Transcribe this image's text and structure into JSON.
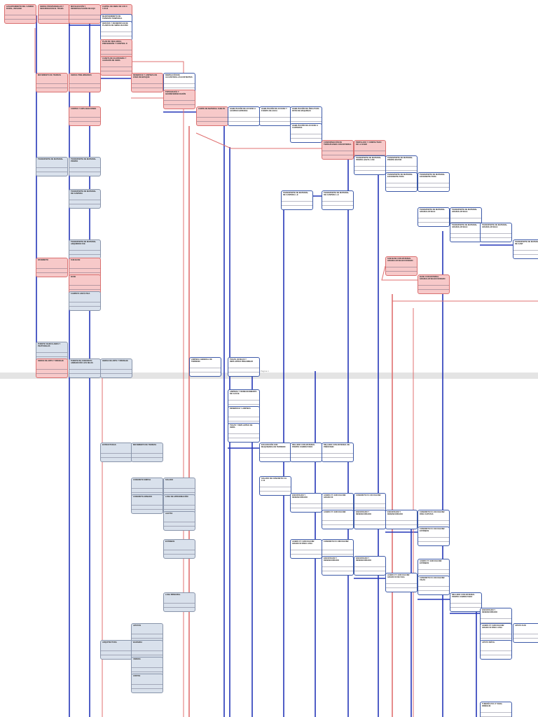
{
  "page_footer": "Página 1",
  "colors": {
    "critical": "#f7c9c9",
    "critical_border": "#d97070",
    "normal_border": "#3c59a8",
    "summary": "#d9e1ec",
    "link": "#2436b8",
    "critical_link": "#e07070"
  },
  "nodes": [
    {
      "title": "LEVANTAMIENTO DEL CAMINO RURAL, DESLIND",
      "type": "crit"
    },
    {
      "title": "OBRAS PROVISIONALES Y SEGURIDAD EN EL TRABA",
      "type": "crit"
    },
    {
      "title": "MOVILIZACIÓN Y DESMOVILIZACIÓN DE EQU",
      "type": "crit"
    },
    {
      "title": "CARTEL DE OBRA DE 3.60 X 7.20 M",
      "type": "crit"
    },
    {
      "title": "MANTENIMIENTO DE TRÁNSITO TEMPORAL",
      "type": "norm"
    },
    {
      "title": "DESVÍOS Y DESMONTAJE DE PLANTAS DE SEÑALIZACIÓN",
      "type": "norm"
    },
    {
      "title": "PLAN DE VIGILANCIA, PREVENCIÓN Y CONTROL D",
      "type": "crit"
    },
    {
      "title": "CASETA DE GUARDIANÍA Y ALMACÉN DE OBRA",
      "type": "crit"
    },
    {
      "title": "MOVIMIENTO DE TIERRAS",
      "type": "crit"
    },
    {
      "title": "OBRAS PRELIMINARES",
      "type": "crit"
    },
    {
      "title": "DESBROCE Y LIMPIEZA EN ZONA DE BOSQUE",
      "type": "crit"
    },
    {
      "title": "DEMOLICIÓN DE ALCANTARILLAS EXISTENTES",
      "type": "norm"
    },
    {
      "title": "TOPOGRAFÍA Y GEOREFERENCIACIÓN",
      "type": "crit"
    },
    {
      "title": "CORTES Y EXPLANACIONES",
      "type": "crit"
    },
    {
      "title": "CORTE DE MATERIAL SUELTO",
      "type": "crit"
    },
    {
      "title": "HABILITACIÓN DE ACCESO A ACOPIO/CANTERAS",
      "type": "norm"
    },
    {
      "title": "HABILITACIÓN DE ACCESO Y FUENTE DE AGUA",
      "type": "norm"
    },
    {
      "title": "HABILITACIÓN DE ÁREA PARA PATIO DE MAQUINAS",
      "type": "norm"
    },
    {
      "title": "HABILITACIÓN DE ACCESO A CANTERAS",
      "type": "norm"
    },
    {
      "title": "CONFORMACIÓN DE TERRAPLENES CON MATERIAL",
      "type": "crit"
    },
    {
      "title": "PERFILADO Y COMPACTADO DE LA SUBR",
      "type": "crit"
    },
    {
      "title": "TRANSPORTE DE MATERIAL PROPIO HASTA 1 KM",
      "type": "norm"
    },
    {
      "title": "TRANSPORTE DE MATERIAL PROPIO MAYOR",
      "type": "norm"
    },
    {
      "title": "TRANSPORTE DE MATERIAL",
      "type": "summ"
    },
    {
      "title": "TRANSPORTE DE MATERIAL PROPIO",
      "type": "summ"
    },
    {
      "title": "TRANSPORTE DE MATERIAL EXCEDENTE PARA",
      "type": "norm"
    },
    {
      "title": "TRANSPORTE DE MATERIAL EXCEDENTE PARA",
      "type": "norm"
    },
    {
      "title": "TRANSPORTE DE MATERIAL DE CANTERA",
      "type": "summ"
    },
    {
      "title": "TRANSPORTE DE MATERIAL DE CANTERA L.E",
      "type": "norm"
    },
    {
      "title": "TRANSPORTE DE MATERIAL DE CANTERA L.E",
      "type": "norm"
    },
    {
      "title": "TRANSPORTE DE MATERIAL GRANULAR SELE",
      "type": "norm"
    },
    {
      "title": "TRANSPORTE DE MATERIAL GRANULAR SELE",
      "type": "norm"
    },
    {
      "title": "TRANSPORTE DE MATERIAL GRANULAR SELE",
      "type": "norm"
    },
    {
      "title": "TRANSPORTE DE MATERIAL GRANULAR SELE",
      "type": "norm"
    },
    {
      "title": "TRANSPORTE DE MATERIAL DE CANT",
      "type": "norm"
    },
    {
      "title": "TRANSPORTE DE MATERIAL ADQUIRIDO FUE",
      "type": "summ"
    },
    {
      "title": "SUB BASE CON MATERIAL GRANULAR SELECCIONADO",
      "type": "crit"
    },
    {
      "title": "BASE CON MATERIAL GRANULAR SELECCIONADO",
      "type": "crit"
    },
    {
      "title": "PAVIMENTO",
      "type": "crit"
    },
    {
      "title": "SUB BASE",
      "type": "crit"
    },
    {
      "title": "BASE",
      "type": "crit"
    },
    {
      "title": "CARPETA ASFÁLTICA",
      "type": "summ"
    },
    {
      "title": "PUENTE VEHICULARES Y PEATONALES",
      "type": "summ"
    },
    {
      "title": "OBRAS DE ARTE Y DRENAJE",
      "type": "crit"
    },
    {
      "title": "PUENTE DE CONCRETO ARMADO RÍO LOS NILOS",
      "type": "summ"
    },
    {
      "title": "OBRAS DE ARTE Y DRENAJE",
      "type": "summ"
    },
    {
      "title": "LIMPIEZA GENERAL DE TERRENO",
      "type": "norm"
    },
    {
      "title": "TRAZO, NIVELES Y REPLANTEO PRELIMINAR",
      "type": "norm"
    },
    {
      "title": "LIMPIEZA Y DESRAIZAMIENTO DE CAUCE",
      "type": "norm"
    },
    {
      "title": "DESBROCE Y LIMPIEZA",
      "type": "norm"
    },
    {
      "title": "TRAZO Y REPLANTEO DE OBRA",
      "type": "norm"
    },
    {
      "title": "ESTRUCTURAS",
      "type": "summ"
    },
    {
      "title": "MOVIMIENTO DE TIERRAS",
      "type": "summ"
    },
    {
      "title": "EXCAVACIÓN CON MAQUINARIA EN TERRENO",
      "type": "norm"
    },
    {
      "title": "RELLENO CON MATERIAL PROPIO COMPACTADO",
      "type": "norm"
    },
    {
      "title": "RELLENO CON MATERIAL DE PRÉSTAMO",
      "type": "norm"
    },
    {
      "title": "SOLADO DE CONCRETO C:H 1:10",
      "type": "norm"
    },
    {
      "title": "CONCRETO SIMPLE",
      "type": "summ"
    },
    {
      "title": "SOLADO",
      "type": "summ"
    },
    {
      "title": "CONCRETO ARMADO",
      "type": "summ"
    },
    {
      "title": "LOSA DE APROXIMACIÓN",
      "type": "summ"
    },
    {
      "title": "ALETAS",
      "type": "summ"
    },
    {
      "title": "ENCOFRADO Y DESENCOFRADO",
      "type": "norm"
    },
    {
      "title": "ACERO FY=4200 KG/CM2 GRADO 60",
      "type": "norm"
    },
    {
      "title": "CONCRETO FC=210 KG/CM2",
      "type": "norm"
    },
    {
      "title": "ACERO FY=4200 KG/CM2",
      "type": "norm"
    },
    {
      "title": "ENCOFRADO Y DESENCOFRADO",
      "type": "norm"
    },
    {
      "title": "ENCOFRADO Y DESENCOFRADO",
      "type": "norm"
    },
    {
      "title": "CONCRETO FC=210 KG/CM2 PARA ZAPATAS",
      "type": "norm"
    },
    {
      "title": "CONCRETO FC=210 KG/CM2 ESTRIBOS",
      "type": "norm"
    },
    {
      "title": "ACERO FY=4200 KG/CM2 ESTRIBOS",
      "type": "norm"
    },
    {
      "title": "ESTRIBOS",
      "type": "summ"
    },
    {
      "title": "ACERO FY=4200 KG/CM2 GRADO 60 PARA LOSA",
      "type": "norm"
    },
    {
      "title": "CONCRETO FC=280 KG/CM2",
      "type": "norm"
    },
    {
      "title": "ENCOFRADO Y DESENCOFRADO",
      "type": "norm"
    },
    {
      "title": "ENCOFRADO Y DESENCOFRADO",
      "type": "norm"
    },
    {
      "title": "ACERO FY=4200 KG/CM2 GRADO 60 DE VIGA",
      "type": "norm"
    },
    {
      "title": "CONCRETO FC=210 KG/CM2 VIGAS",
      "type": "norm"
    },
    {
      "title": "LOSA PRINCIPAL",
      "type": "summ"
    },
    {
      "title": "RELLENO CON MATERIAL PROPIO COMPACTADO",
      "type": "norm"
    },
    {
      "title": "ENCOFRADO Y DESENCOFRADO",
      "type": "norm"
    },
    {
      "title": "ACERO FY=4200 KG/CM2 GRADO 60 PARA LOSA",
      "type": "norm"
    },
    {
      "title": "APOYOS",
      "type": "summ"
    },
    {
      "title": "ARQUITECTURA",
      "type": "summ"
    },
    {
      "title": "BARANDA",
      "type": "summ"
    },
    {
      "title": "VEREDA",
      "type": "summ"
    },
    {
      "title": "JUNTAS",
      "type": "summ"
    },
    {
      "title": "APOYO FIJO",
      "type": "norm"
    },
    {
      "title": "APOYO MÓVIL",
      "type": "norm"
    },
    {
      "title": "TUBERÍA PVC 3\" PARA DRENAJE",
      "type": "norm"
    }
  ]
}
